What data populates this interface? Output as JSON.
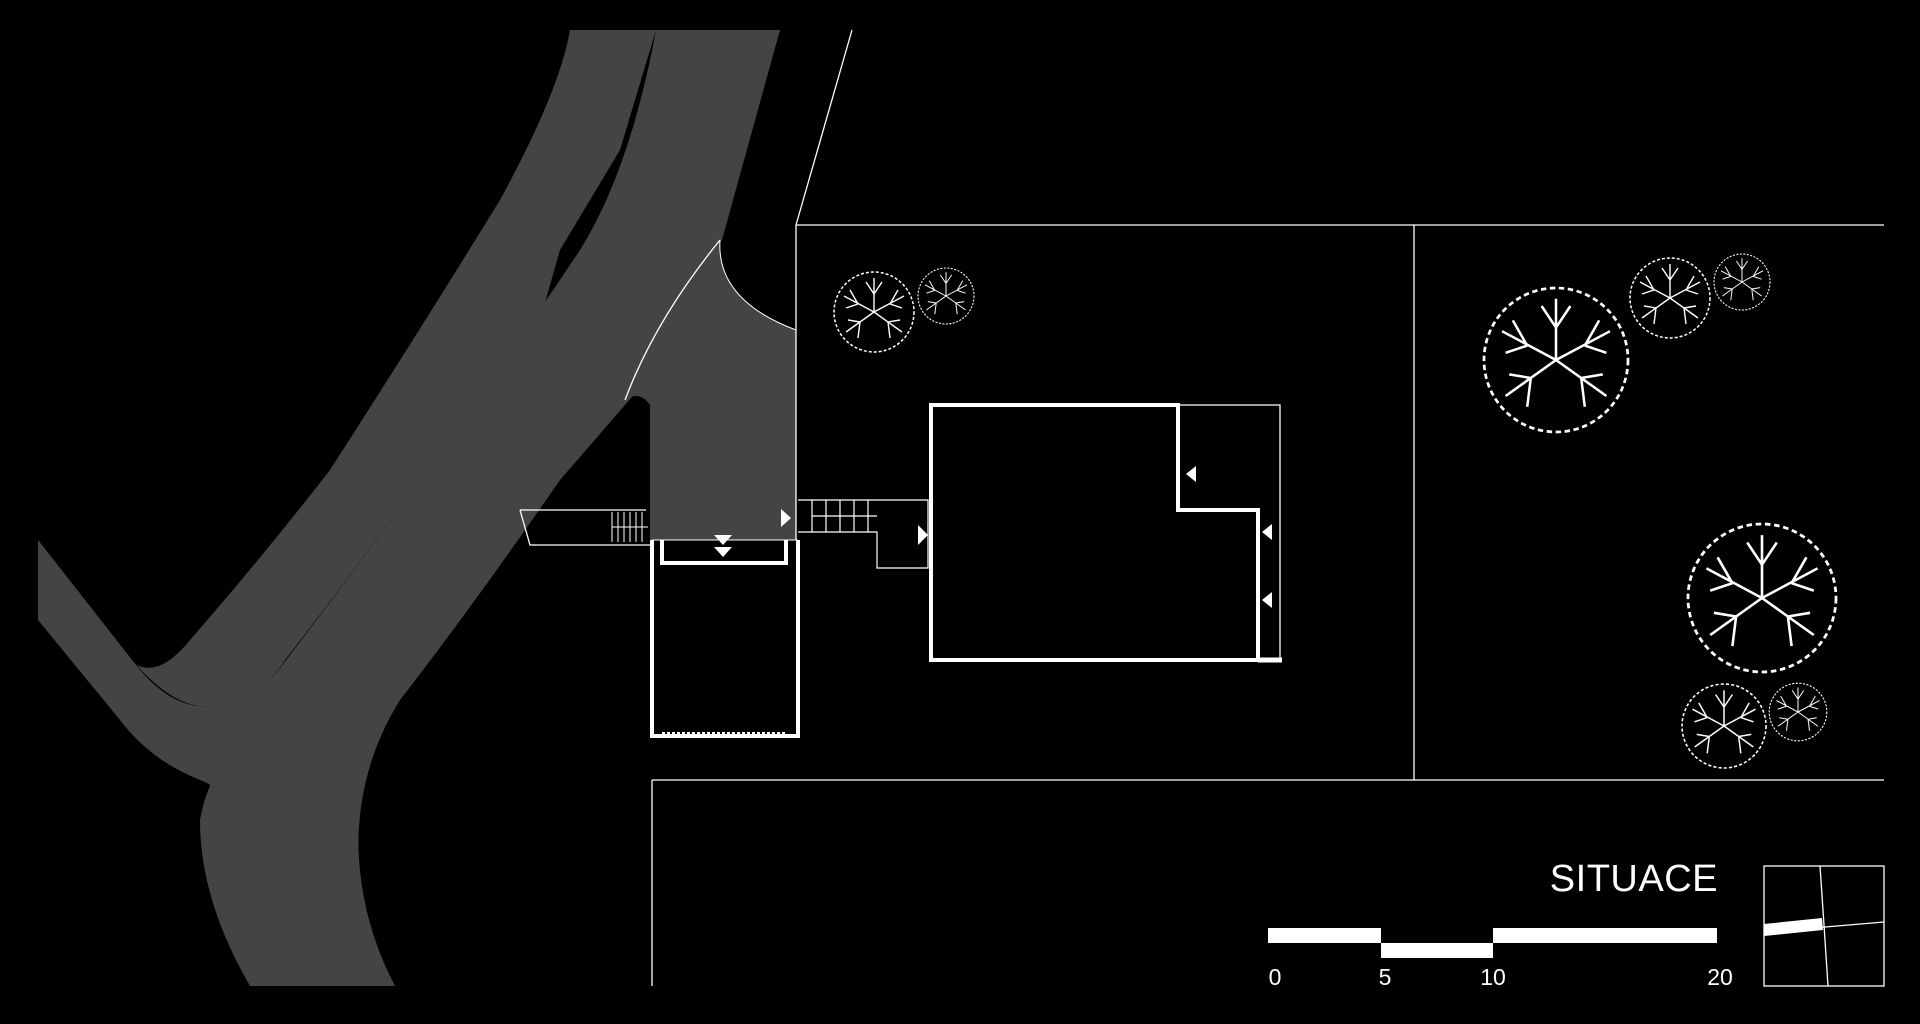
{
  "drawing": {
    "title": "SITUACE",
    "scale_bar": {
      "ticks": [
        "0",
        "5",
        "10",
        "20"
      ]
    }
  },
  "colors": {
    "background": "#000000",
    "road": "#444444",
    "lines": "#ffffff"
  },
  "icons": [
    "tree-icon",
    "arrow-icon",
    "stairs-icon",
    "key-plan-icon"
  ]
}
